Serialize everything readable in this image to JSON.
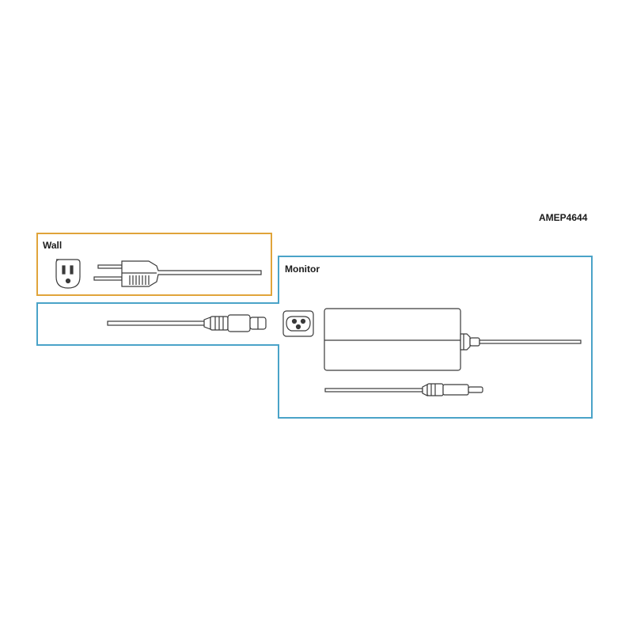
{
  "document_id": "AMEP4644",
  "regions": {
    "wall": {
      "label": "Wall",
      "color": "#e0a43a"
    },
    "monitor": {
      "label": "Monitor",
      "color": "#4aa3c8"
    }
  },
  "line_color": "#3a3a3a",
  "components": [
    "wall-outlet",
    "power-plug-with-cord",
    "iec-c5-power-cord",
    "iec-c6-inlet",
    "power-adapter-brick",
    "dc-barrel-cable"
  ]
}
